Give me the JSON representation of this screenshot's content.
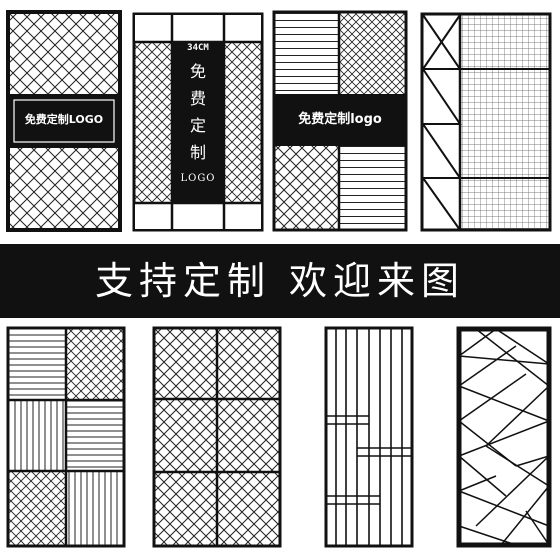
{
  "colors": {
    "frame": "#111111",
    "paper": "#ffffff",
    "banner_bg": "#111111",
    "banner_text": "#ffffff"
  },
  "panels": {
    "p1": {
      "logo_label": "免费定制LOGO"
    },
    "p2": {
      "size_label": "34CM",
      "vertical_label": [
        "免",
        "费",
        "定",
        "制"
      ],
      "logo_label": "LOGO"
    },
    "p3": {
      "logo_label": "免费定制logo"
    }
  },
  "banner": {
    "part1": "支持定制",
    "part2": "欢迎来图"
  }
}
